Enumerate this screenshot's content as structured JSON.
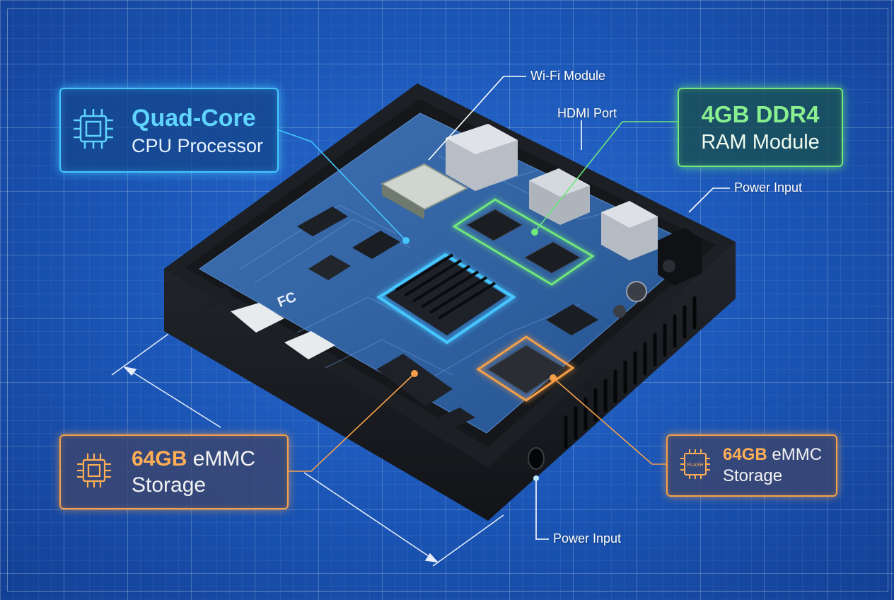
{
  "callouts": {
    "cpu": {
      "line1": "Quad-Core",
      "line2": "CPU Processor",
      "icon": "cpu-chip-icon",
      "color": "#44c6ff"
    },
    "ram": {
      "line1": "4GB DDR4",
      "line2": "RAM Module",
      "color": "#6fe87c"
    },
    "emmc_left": {
      "highlight": "64GB",
      "rest": " eMMC",
      "line2": "Storage",
      "icon": "chip-icon",
      "color": "#f5a048"
    },
    "emmc_right": {
      "highlight": "64GB",
      "rest": " eMMC",
      "line2": "Storage",
      "icon": "flash-chip-icon",
      "icon_text": "FLASH",
      "color": "#f5a048"
    }
  },
  "labels": {
    "wifi": "Wi-Fi Module",
    "hdmi": "HDMI Port",
    "power_top": "Power Input",
    "power_bottom": "Power Input"
  },
  "board_marks": {
    "fc_logo": "FC"
  }
}
